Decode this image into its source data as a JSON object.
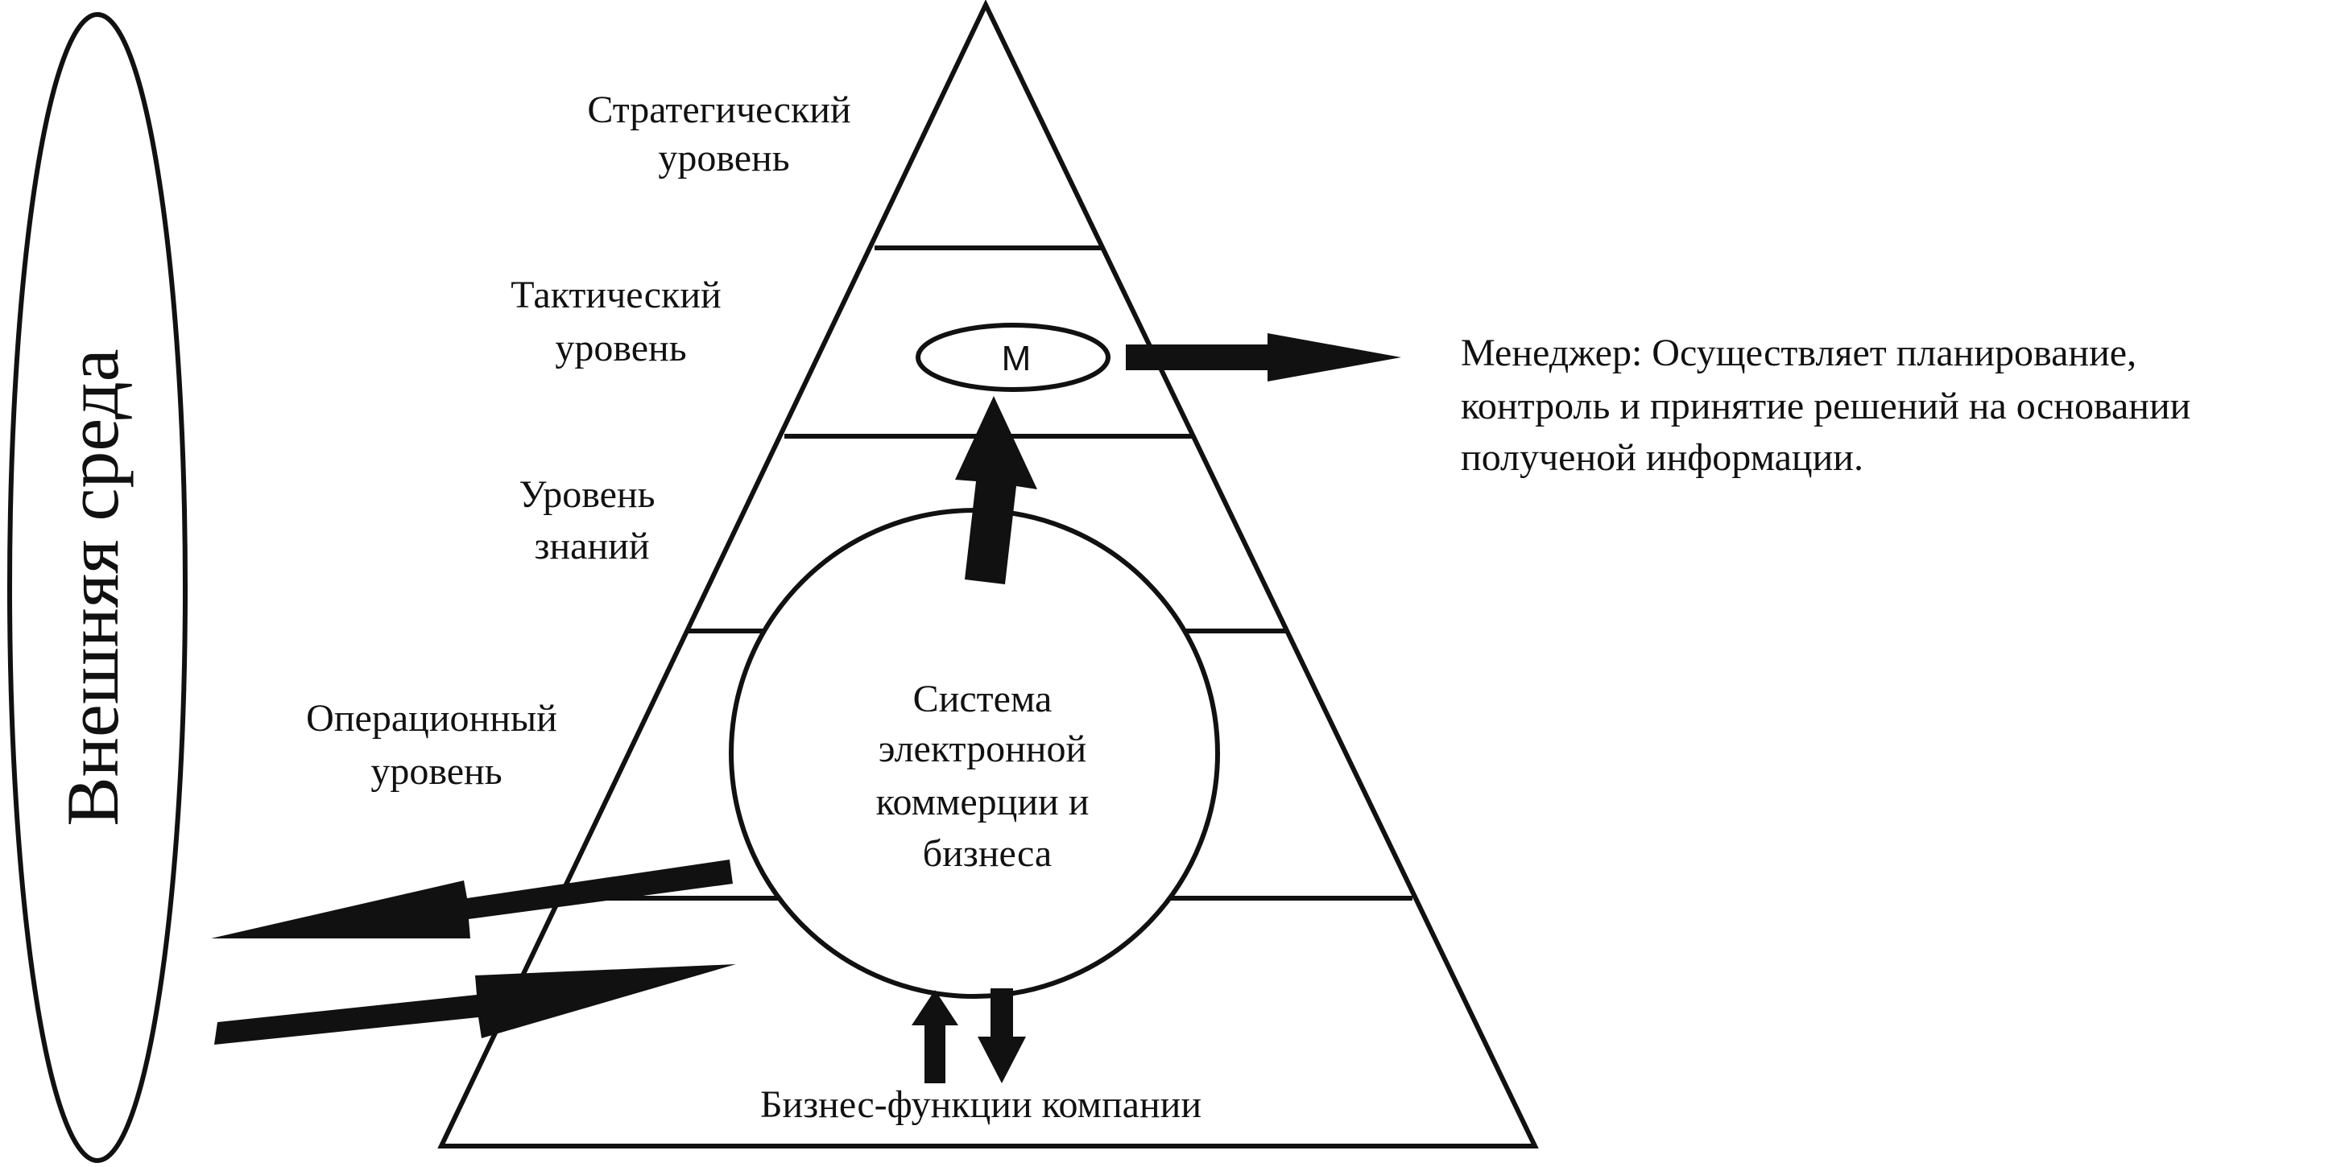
{
  "environment": {
    "label": "Внешняя среда"
  },
  "levels": {
    "strategic": [
      "Стратегический",
      "уровень"
    ],
    "tactical": [
      "Тактический",
      "уровень"
    ],
    "knowledge": [
      "Уровень",
      "знаний"
    ],
    "operational": [
      "Операционный",
      "уровень"
    ]
  },
  "manager": {
    "badge": "М",
    "description": [
      "Менеджер: Осуществляет планирование,",
      "контроль и принятие решений на основании",
      "полученой информации."
    ]
  },
  "system": {
    "lines": [
      "Система",
      "электронной",
      "коммерции и",
      "бизнеса"
    ]
  },
  "business_functions": {
    "label": "Бизнес-функции компании"
  }
}
